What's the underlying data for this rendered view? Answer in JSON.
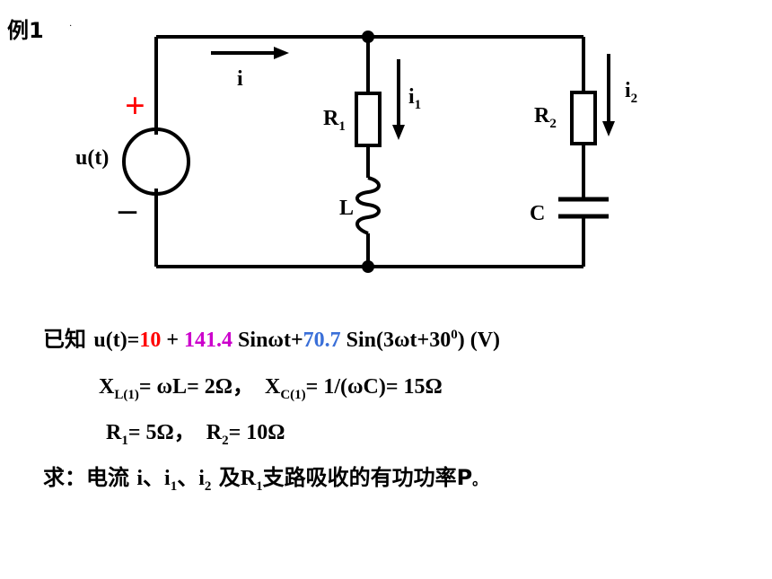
{
  "title": "例1",
  "title_dot": "·",
  "circuit": {
    "source_label": "u(t)",
    "plus": "+",
    "minus": "–",
    "current_i": "i",
    "current_i1_main": "i",
    "current_i1_sub": "1",
    "current_i2_main": "i",
    "current_i2_sub": "2",
    "r1_main": "R",
    "r1_sub": "1",
    "r2_main": "R",
    "r2_sub": "2",
    "inductor": "L",
    "capacitor": "C"
  },
  "given": {
    "prefix": "已知 ",
    "u_expr": "u(t)=",
    "dc": "10",
    "plus": " + ",
    "amp1": "141.4",
    "mid": " Sinωt+",
    "amp3": "70.7",
    "tail_a": " Sin(3ωt+30",
    "tail_sup": "0",
    "tail_b": ") (V)",
    "colors": {
      "dc": "#ff0000",
      "amp1": "#cc00cc",
      "amp3": "#3a6fd8"
    }
  },
  "reactance": {
    "xl_main": "X",
    "xl_sub": "L(1)",
    "xl_rest": "= ωL= 2Ω，",
    "xc_main": "X",
    "xc_sub": "C(1)",
    "xc_rest": "= 1/(ωC)= 15Ω"
  },
  "resistors": {
    "r1_main": "R",
    "r1_sub": "1",
    "r1_rest": "= 5Ω，",
    "r2_main": "R",
    "r2_sub": "2",
    "r2_rest": "= 10Ω"
  },
  "question": {
    "prefix": "求：电流  ",
    "i": "i",
    "sep1": "、",
    "i1_main": "i",
    "i1_sub": "1",
    "sep2": "、",
    "i2_main": "i",
    "i2_sub": "2",
    "and": " 及",
    "r_main": "R",
    "r_sub": "1",
    "rest": "支路吸收的有功功率P",
    "end": "。"
  }
}
